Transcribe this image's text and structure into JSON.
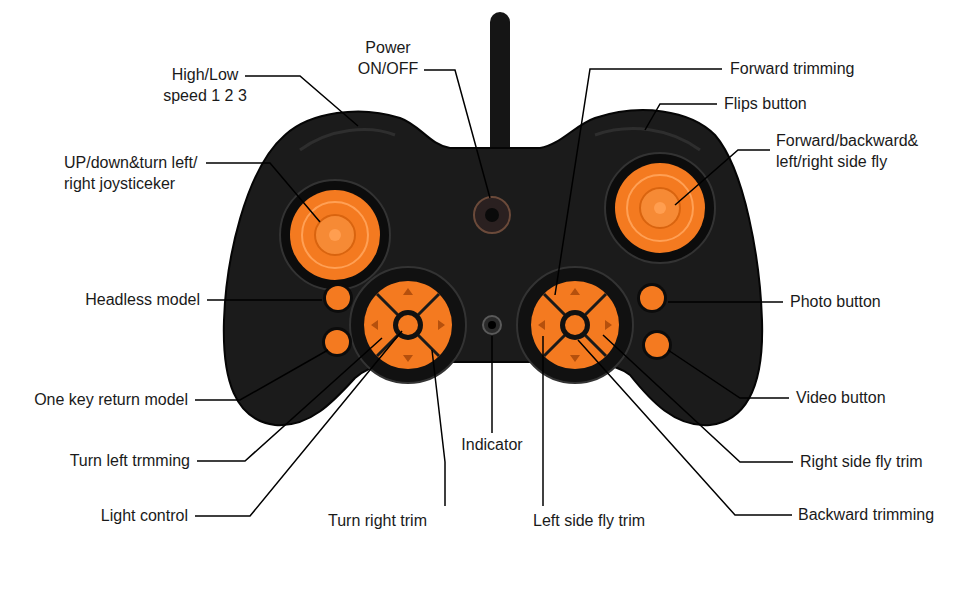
{
  "diagram": {
    "labels": [
      "Power ON/OFF",
      "Forward trimming",
      "High/Low speed 1 2 3",
      "Flips button",
      "Forward/backward& left/right side fly",
      "UP/down&turn left/ right joysticeker",
      "Headless model",
      "Photo button",
      "Video button",
      "One key return model",
      "Turn left trmming",
      "Right side fly trim",
      "Indicator",
      "Light control",
      "Turn right trim",
      "Left side fly trim",
      "Backward trimming"
    ]
  }
}
